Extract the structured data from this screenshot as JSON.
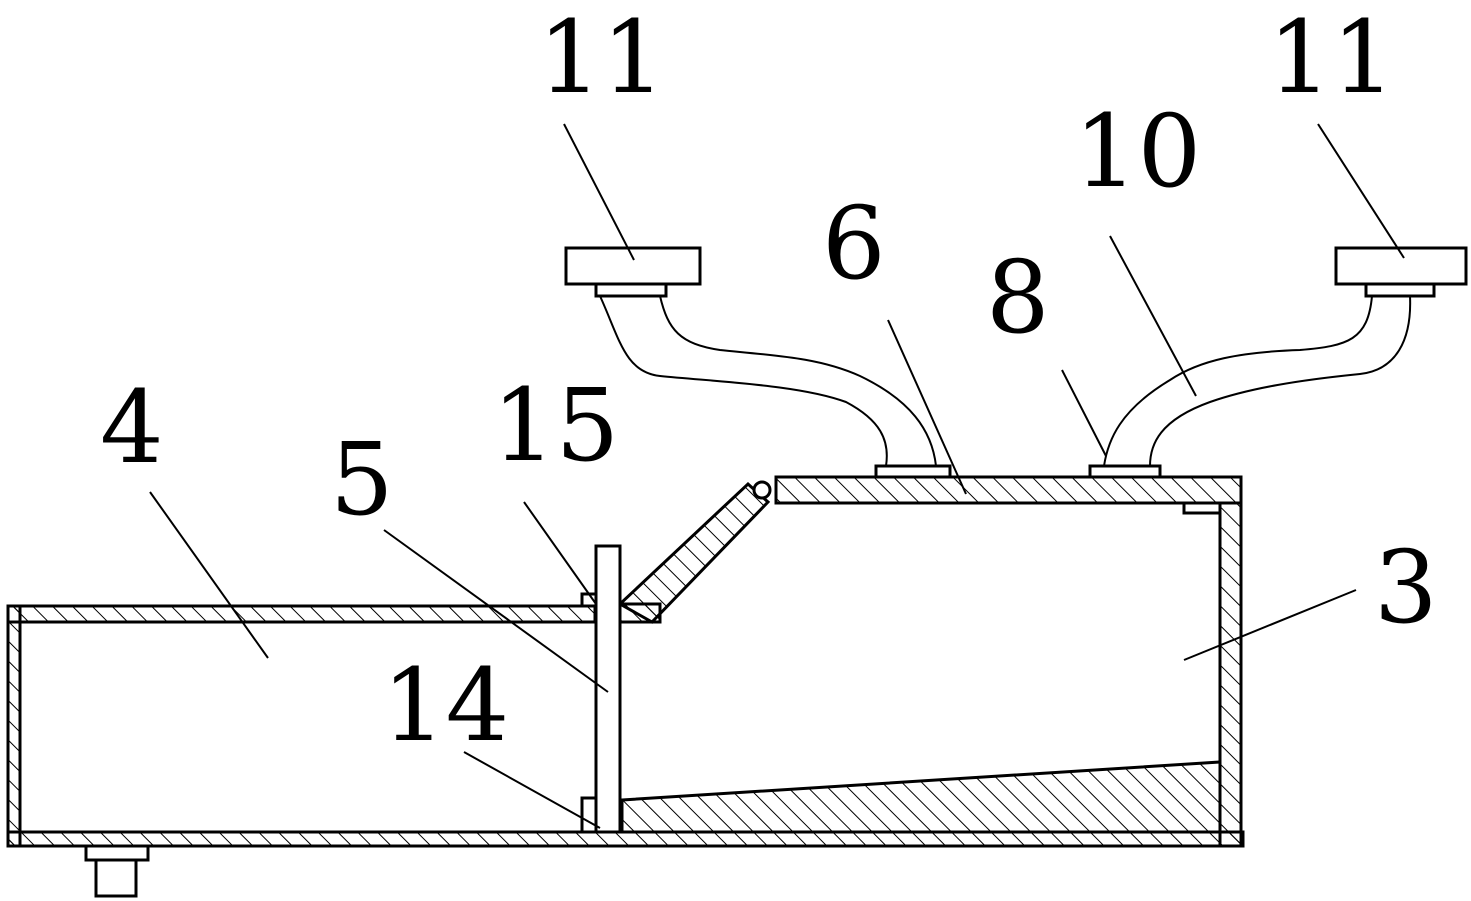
{
  "figure": {
    "labels": {
      "l11a": "11",
      "l11b": "11",
      "l10": "10",
      "l6": "6",
      "l8": "8",
      "l4": "4",
      "l15": "15",
      "l5": "5",
      "l3": "3",
      "l14": "14"
    },
    "colors": {
      "line": "#000000",
      "background": "#ffffff"
    }
  }
}
